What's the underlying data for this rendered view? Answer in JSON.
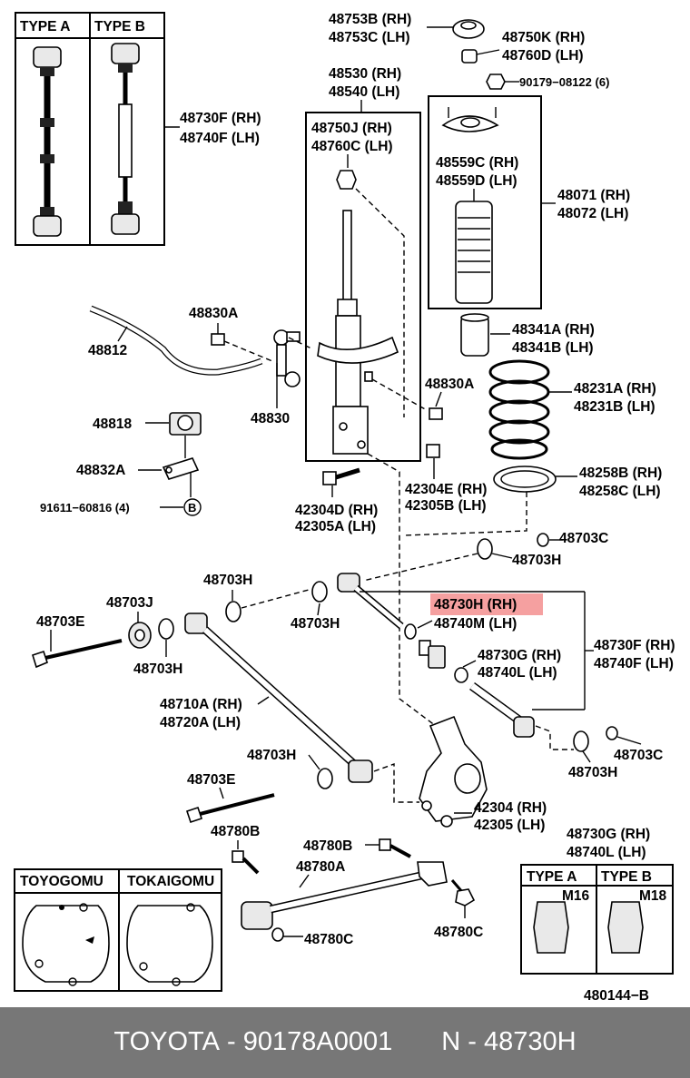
{
  "diagram": {
    "type_boxes": {
      "type_a": "TYPE A",
      "type_b": "TYPE B"
    },
    "labels": {
      "l48753B": "48753B (RH)",
      "l48753C": "48753C (LH)",
      "l48750K": "48750K (RH)",
      "l48760D": "48760D (LH)",
      "l90179": "90179−08122 (6)",
      "l48530": "48530 (RH)",
      "l48540": "48540 (LH)",
      "l48750J": "48750J (RH)",
      "l48760C": "48760C (LH)",
      "l48559C": "48559C (RH)",
      "l48559D": "48559D (LH)",
      "l48071": "48071 (RH)",
      "l48072": "48072 (LH)",
      "l48730F_top": "48730F (RH)",
      "l48740F_top": "48740F (LH)",
      "l48830A_1": "48830A",
      "l48812": "48812",
      "l48830": "48830",
      "l48341A": "48341A (RH)",
      "l48341B": "48341B (LH)",
      "l48830A_2": "48830A",
      "l48231A": "48231A (RH)",
      "l48231B": "48231B (LH)",
      "l48818": "48818",
      "l48258B": "48258B (RH)",
      "l48258C": "48258C (LH)",
      "l48832A": "48832A",
      "l42304E": "42304E (RH)",
      "l42305B": "42305B (LH)",
      "l91611": "91611−60816 (4)",
      "l42304D": "42304D (RH)",
      "l42305A": "42305A (LH)",
      "l48703C_1": "48703C",
      "l48703H_1": "48703H",
      "l48703H_2": "48703H",
      "l48703J": "48703J",
      "l48703E_1": "48703E",
      "l48703H_3": "48703H",
      "l48730H": "48730H (RH)",
      "l48740M": "48740M (LH)",
      "l48703H_4": "48703H",
      "l48730G": "48730G (RH)",
      "l48740L": "48740L (LH)",
      "l48730F_mid": "48730F (RH)",
      "l48740F_mid": "48740F (LH)",
      "l48710A": "48710A (RH)",
      "l48720A": "48720A (LH)",
      "l48703H_5": "48703H",
      "l48703C_2": "48703C",
      "l48703H_6": "48703H",
      "l48703E_2": "48703E",
      "l42304": "42304 (RH)",
      "l42305": "42305 (LH)",
      "l48780B_1": "48780B",
      "l48780B_2": "48780B",
      "l48730G_b": "48730G (RH)",
      "l48740L_b": "48740L (LH)",
      "l48780A": "48780A",
      "l48780C_1": "48780C",
      "l48780C_2": "48780C",
      "toyogomu": "TOYOGOMU",
      "tokaigomu": "TOKAIGOMU",
      "nut_type_a": "TYPE A",
      "nut_type_b": "TYPE B",
      "m16": "M16",
      "m18": "M18",
      "b_marker": "B",
      "ref_code": "480144−B"
    }
  },
  "highlight": {
    "part": "48730H (RH)",
    "color": "#f5a0a0"
  },
  "footer": {
    "brand": "TOYOTA",
    "part_number": "90178A0001",
    "sep1": " - ",
    "n_label": "N",
    "sep2": " - ",
    "n_value": "48730H",
    "bg_color": "#777777"
  }
}
